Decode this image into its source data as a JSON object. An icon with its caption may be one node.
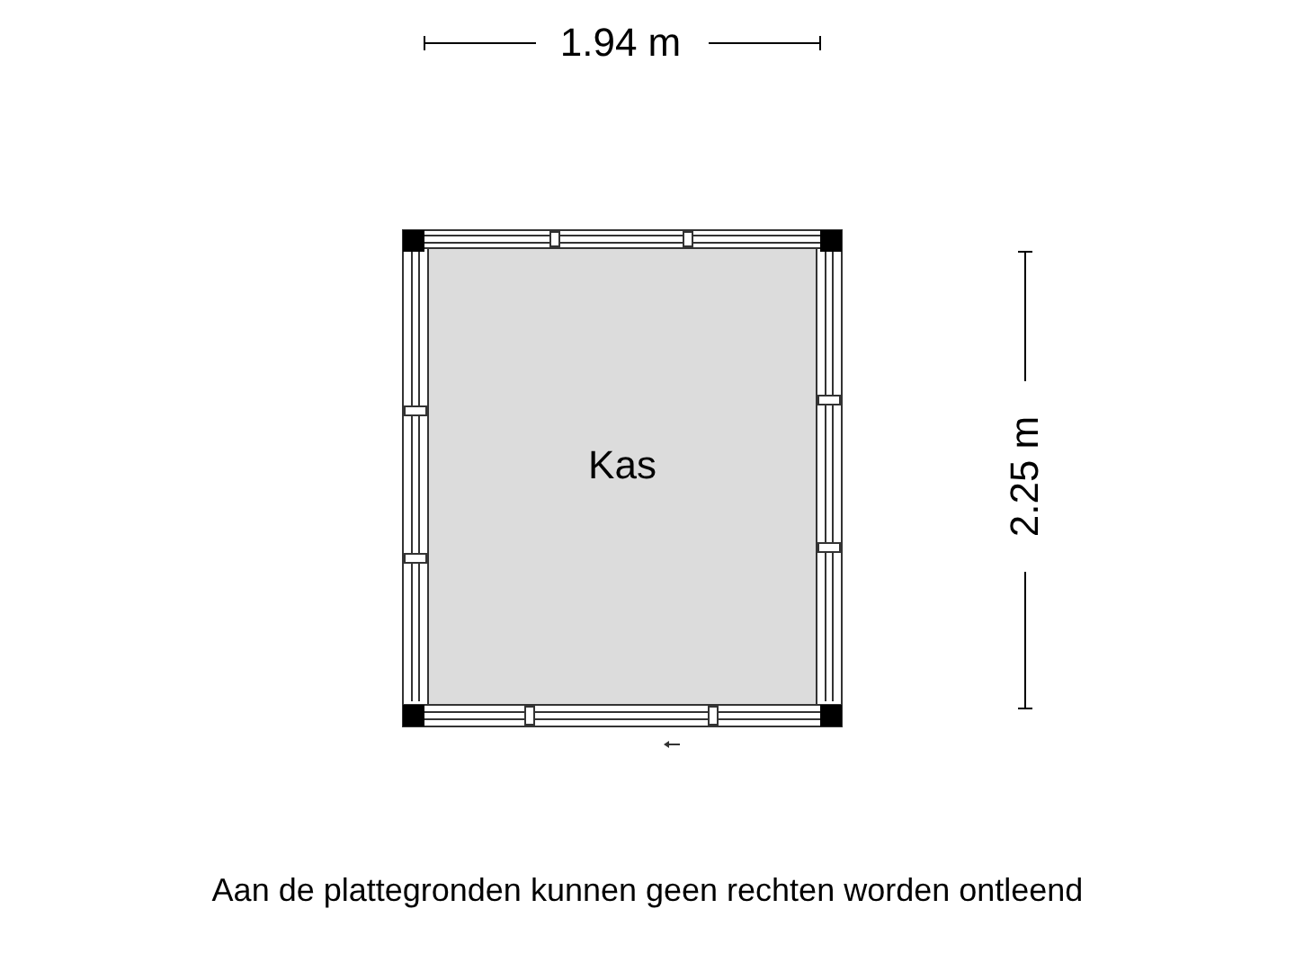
{
  "diagram": {
    "caption": "Aan de plattegronden kunnen geen rechten worden ontleend",
    "nodes": [
      {
        "text": [
          "Kas"
        ]
      }
    ],
    "labels": [
      "1.94 m",
      "2.25 m"
    ]
  }
}
